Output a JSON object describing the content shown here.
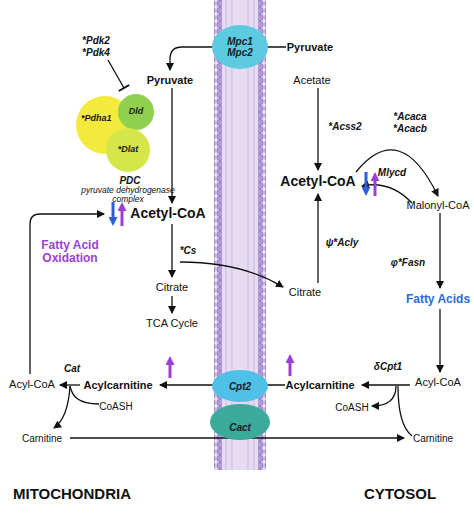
{
  "diagram": {
    "nodes": [
      {
        "text": [
          "Mpc1 Mpc2"
        ]
      },
      {
        "text": [
          "*Pdha1"
        ]
      },
      {
        "text": [
          "Dld"
        ]
      },
      {
        "text": [
          "*Dlat"
        ]
      },
      {
        "text": [
          "Cpt2"
        ]
      },
      {
        "text": [
          "Cact"
        ]
      }
    ],
    "labels": [
      "Pyruvate",
      "*Pdk2",
      "*Pdk4",
      "Pyruvate",
      "PDC",
      "pyruvate dehydrogenase complex",
      "Acetyl-CoA",
      "*Cs",
      "Citrate",
      "TCA Cycle",
      "Fatty Acid Oxidation",
      "Acyl-CoA",
      "Cat",
      "Acylcarnitine",
      "CoASH",
      "Carnitine",
      "MITOCHONDRIA",
      "Acetate",
      "*Acaca",
      "*Acacb",
      "*Acss2",
      "Mlycd",
      "Acetyl-CoA",
      "Malonyl-CoA",
      "ψ*Acly",
      "φ*Fasn",
      "Citrate",
      "Fatty Acids",
      "δCpt1",
      "Acylcarnitine",
      "CoASH",
      "Acyl-CoA",
      "Carnitine",
      "CYTOSOL"
    ]
  }
}
